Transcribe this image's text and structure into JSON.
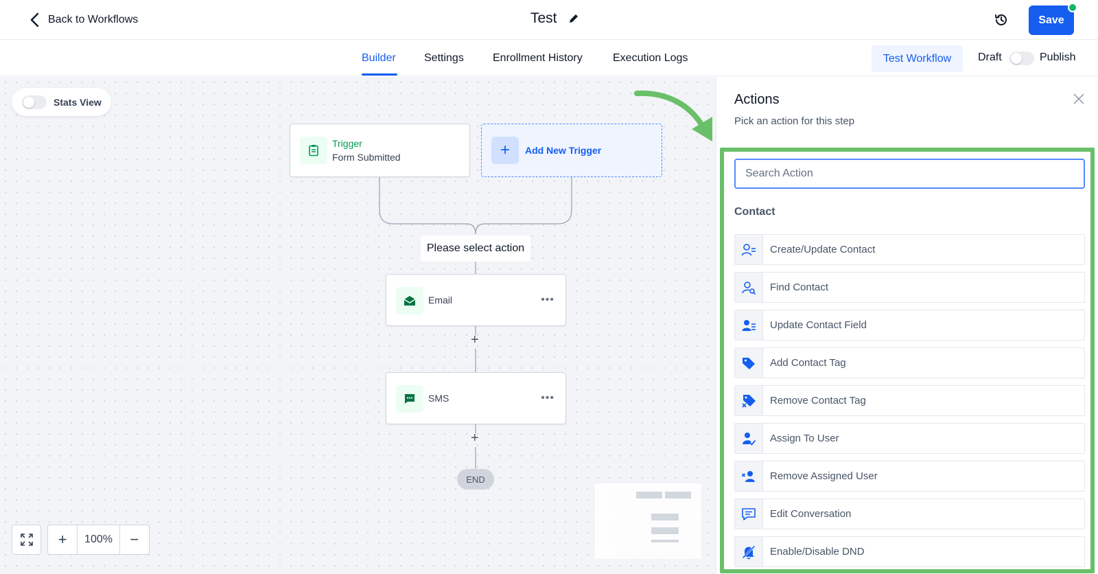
{
  "header": {
    "back_label": "Back to Workflows",
    "workflow_title": "Test",
    "save_label": "Save"
  },
  "tabs": [
    {
      "label": "Builder",
      "active": true
    },
    {
      "label": "Settings",
      "active": false
    },
    {
      "label": "Enrollment History",
      "active": false
    },
    {
      "label": "Execution Logs",
      "active": false
    }
  ],
  "toolbar": {
    "test_workflow_label": "Test Workflow",
    "draft_label": "Draft",
    "publish_label": "Publish",
    "published": false
  },
  "canvas": {
    "stats_view_label": "Stats View",
    "stats_view_on": false,
    "trigger": {
      "title": "Trigger",
      "subtitle": "Form Submitted",
      "icon": "clipboard-icon"
    },
    "add_trigger_label": "Add New Trigger",
    "select_action_label": "Please select action",
    "actions": [
      {
        "label": "Email",
        "icon": "email-icon"
      },
      {
        "label": "SMS",
        "icon": "sms-icon"
      }
    ],
    "end_label": "END",
    "zoom_level": "100%"
  },
  "panel": {
    "title": "Actions",
    "subtitle": "Pick an action for this step",
    "search_placeholder": "Search Action",
    "section_label": "Contact",
    "items": [
      {
        "label": "Create/Update Contact",
        "icon": "user-list-icon"
      },
      {
        "label": "Find Contact",
        "icon": "user-search-icon"
      },
      {
        "label": "Update Contact Field",
        "icon": "user-fields-icon"
      },
      {
        "label": "Add Contact Tag",
        "icon": "tag-icon"
      },
      {
        "label": "Remove Contact Tag",
        "icon": "tag-remove-icon"
      },
      {
        "label": "Assign To User",
        "icon": "user-check-icon"
      },
      {
        "label": "Remove Assigned User",
        "icon": "user-remove-icon"
      },
      {
        "label": "Edit Conversation",
        "icon": "message-icon"
      },
      {
        "label": "Enable/Disable DND",
        "icon": "bell-off-icon"
      }
    ]
  },
  "colors": {
    "primary": "#155eef",
    "success": "#12b76a",
    "highlight": "#6abf69",
    "canvas_bg": "#f2f4f7"
  }
}
